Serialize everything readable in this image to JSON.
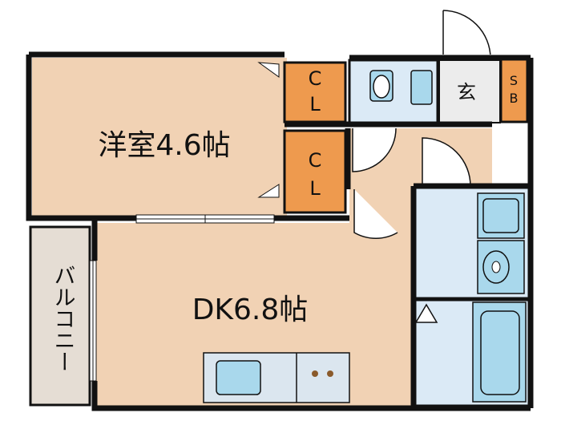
{
  "rooms": {
    "western_room": {
      "label": "洋室4.6帖"
    },
    "dk": {
      "label": "DK6.8帖"
    },
    "closet_upper": {
      "label_c": "C",
      "label_l": "L"
    },
    "closet_lower": {
      "label_c": "C",
      "label_l": "L"
    },
    "entrance": {
      "label": "玄"
    },
    "shoe_box": {
      "label_s": "S",
      "label_b": "B"
    },
    "balcony": {
      "label": "バルコニー"
    }
  },
  "colors": {
    "room_fill": "#f1d2b4",
    "closet_fill": "#ee9a4e",
    "wet_fill": "#dbeaf6",
    "fixture_fill": "#a9d8ec",
    "entrance_fill": "#ececec",
    "balcony_fill": "#e5ddd4",
    "kitchen_fill": "#dbe6ef",
    "wall": "#111111"
  }
}
